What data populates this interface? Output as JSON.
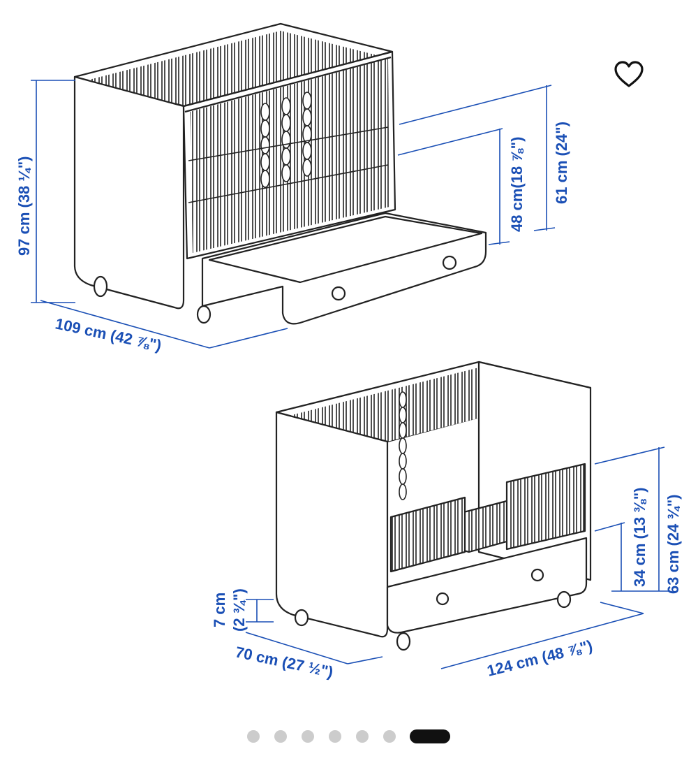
{
  "product_image": {
    "alt_hint": "",
    "dimension_color": "#1a4fb5",
    "line_color": "#222222",
    "crib": {
      "height": "97 cm (38 ¼\")",
      "length": "109 cm (42 ⅞\")",
      "mattress_high": "61 cm (24\")",
      "mattress_low": "48 cm(18 ⅞\")"
    },
    "toddler_bed": {
      "leg_height_cm": "7 cm",
      "leg_height_in": "(2 ¾\")",
      "width": "70 cm (27 ½\")",
      "length": "124 cm (48 ⅞\")",
      "bed_height": "34 cm (13 ⅜\")",
      "total_height": "63 cm (24 ¾\")"
    }
  },
  "favorite": {
    "icon": "heart-outline-icon"
  },
  "carousel": {
    "count": 7,
    "active_index": 6
  }
}
